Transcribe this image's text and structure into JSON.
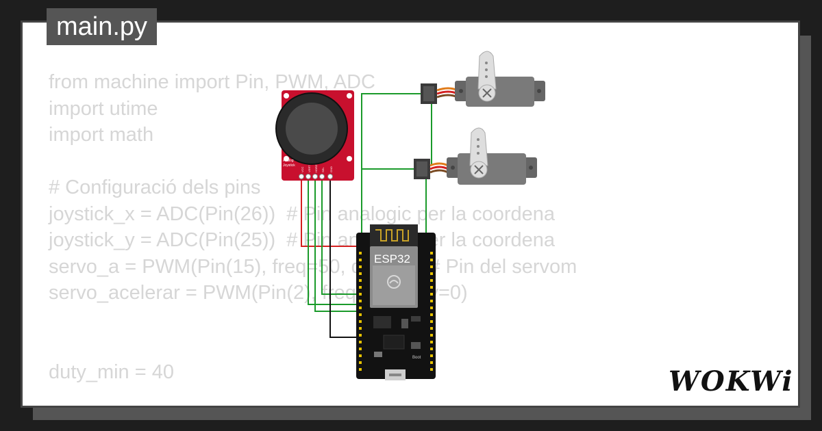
{
  "editor": {
    "file_tab": "main.py",
    "code_lines": [
      "from machine import Pin, PWM, ADC",
      "import utime",
      "import math",
      "",
      "# Configuració dels pins",
      "joystick_x = ADC(Pin(26))  # Pin analogic per la coordena",
      "joystick_y = ADC(Pin(25))  # Pin analogic per la coordena",
      "servo_a = PWM(Pin(15), freq=50, duty=0)  # Pin del servom",
      "servo_acelerar = PWM(Pin(2), freq=50, duty=0)",
      "",
      "",
      "duty_min = 40"
    ]
  },
  "circuit": {
    "board_label": "ESP32",
    "boot_label": "Boot",
    "joystick_label_1": "Analog",
    "joystick_label_2": "Joystick",
    "joystick_pins": [
      "VCC",
      "VERT",
      "HORZ",
      "SEL",
      "GND"
    ]
  },
  "brand": {
    "logo_text": "WOKWi"
  },
  "colors": {
    "background": "#1e1e1e",
    "card_border": "#444444",
    "tab_bg": "#555555",
    "code_text": "#d6d6d6",
    "wire_green": "#1a9a2a",
    "wire_red": "#d42020",
    "wire_black": "#111111",
    "joystick_pcb": "#c8102e",
    "servo_body": "#7a7a7a",
    "board_black": "#121212"
  }
}
